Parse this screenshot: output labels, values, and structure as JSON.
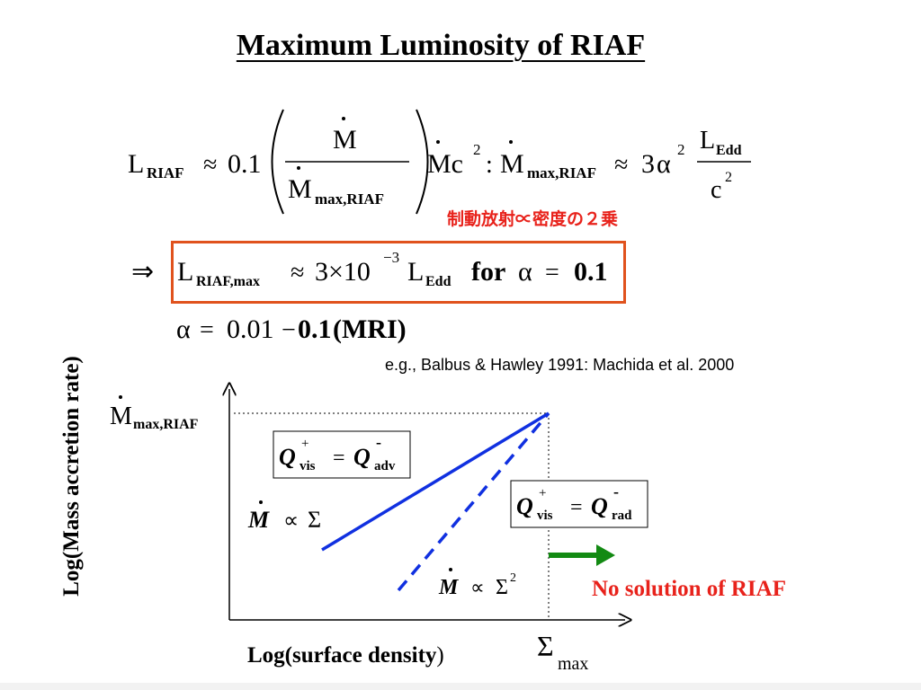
{
  "title": "Maximum Luminosity of RIAF",
  "colors": {
    "accent_red": "#e8221b",
    "line_blue": "#1030e0",
    "arrow_green": "#138a13",
    "box_border_red": "#e0521d"
  },
  "equation1": {
    "lhs": "L",
    "lhs_sub": "RIAF",
    "approx": "≈",
    "coef": "0.1",
    "frac_num": "M",
    "frac_den": "M",
    "frac_den_sub": "max,RIAF",
    "mc": "Mc",
    "sq": "2",
    "colon": ":",
    "mdot": "M",
    "mdot_sub": "max,RIAF",
    "three": "3",
    "alpha": "α",
    "ledd": "L",
    "ledd_sub": "Edd",
    "c": "c"
  },
  "jp_note": "制動放射∝密度の２乗",
  "equation2": {
    "implies": "⇒",
    "l": "L",
    "l_sub": "RIAF,max",
    "approx": "≈",
    "value": "3×10",
    "exp": "−3",
    "ledd": "L",
    "ledd_sub": "Edd",
    "for": "for",
    "alpha": "α",
    "eq": "=",
    "val": "0.1"
  },
  "equation3": {
    "alpha": "α",
    "eq": "=",
    "lo": "0.01",
    "dash": "−",
    "hi": "0.1",
    "mri": "(MRI)"
  },
  "reference": "e.g., Balbus & Hawley 1991: Machida et al. 2000",
  "graph": {
    "ylabel": "Log(Mass accretion rate)",
    "xlabel": "Log(surface density",
    "xlabel_close": ")",
    "y_marker": "M",
    "y_marker_sub": "max,RIAF",
    "x_marker": "Σ",
    "x_marker_sub": "max",
    "box1": {
      "q": "Q",
      "sup": "+",
      "sub": "vis",
      "eq": "=",
      "q2": "Q",
      "sup2": "-",
      "sub2": "adv"
    },
    "box2": {
      "q": "Q",
      "sup": "+",
      "sub": "vis",
      "eq": "=",
      "q2": "Q",
      "sup2": "-",
      "sub2": "rad"
    },
    "label_solid": {
      "m": "M",
      "prop": "∝",
      "sigma": "Σ"
    },
    "label_dashed": {
      "m": "M",
      "prop": "∝",
      "sigma": "Σ",
      "pow": "2"
    },
    "no_solution": "No solution of RIAF"
  }
}
